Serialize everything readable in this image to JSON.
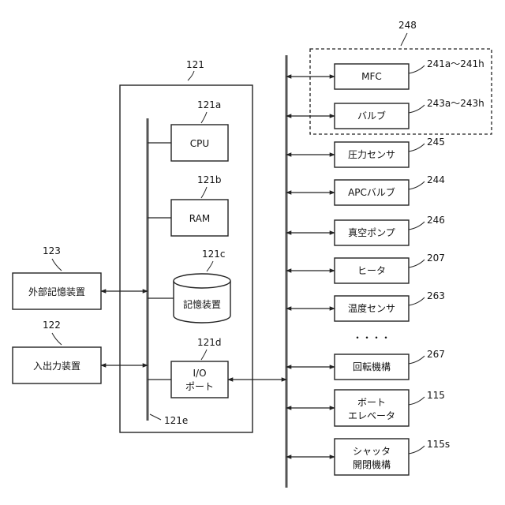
{
  "controller": {
    "ref": "121",
    "cpu": {
      "label": "CPU",
      "ref": "121a"
    },
    "ram": {
      "label": "RAM",
      "ref": "121b"
    },
    "storage": {
      "label": "記憶装置",
      "ref": "121c"
    },
    "io_port": {
      "line1": "I/O",
      "line2": "ポート",
      "ref": "121d"
    },
    "internal_bus_ref": "121e"
  },
  "external_storage": {
    "label": "外部記憶装置",
    "ref": "123"
  },
  "io_device": {
    "label": "入出力装置",
    "ref": "122"
  },
  "group": {
    "ref": "248"
  },
  "devices": [
    {
      "id": "mfc",
      "line1": "MFC",
      "line2": "",
      "ref": "241a～241h"
    },
    {
      "id": "valve",
      "line1": "バルブ",
      "line2": "",
      "ref": "243a～243h"
    },
    {
      "id": "pressure-sensor",
      "line1": "圧力センサ",
      "line2": "",
      "ref": "245"
    },
    {
      "id": "apc-valve",
      "line1": "APCバルブ",
      "line2": "",
      "ref": "244"
    },
    {
      "id": "vacuum-pump",
      "line1": "真空ポンプ",
      "line2": "",
      "ref": "246"
    },
    {
      "id": "heater",
      "line1": "ヒータ",
      "line2": "",
      "ref": "207"
    },
    {
      "id": "temperature-sensor",
      "line1": "温度センサ",
      "line2": "",
      "ref": "263"
    },
    {
      "id": "rotation-mechanism",
      "line1": "回転機構",
      "line2": "",
      "ref": "267"
    },
    {
      "id": "boat-elevator",
      "line1": "ボート",
      "line2": "エレベータ",
      "ref": "115"
    },
    {
      "id": "shutter-mechanism",
      "line1": "シャッタ",
      "line2": "開閉機構",
      "ref": "115s"
    }
  ],
  "ellipsis": "・・・・"
}
